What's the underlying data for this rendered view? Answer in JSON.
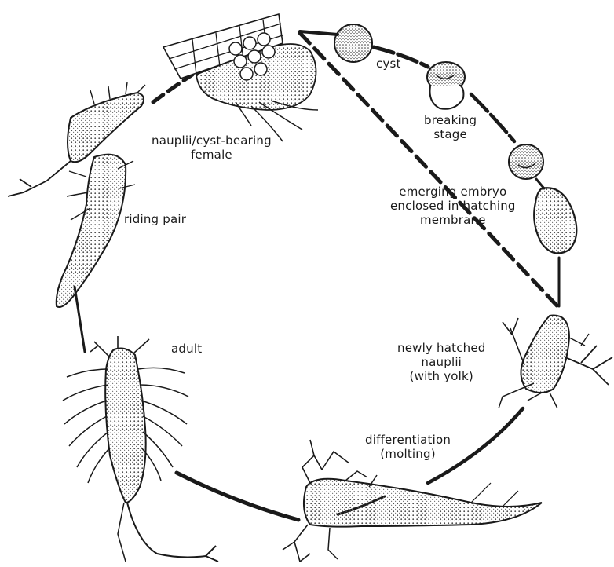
{
  "labels": {
    "cyst": "cyst",
    "breaking": [
      "breaking",
      "stage"
    ],
    "emerging": [
      "emerging embryo",
      "enclosed in hatching",
      "membrane"
    ],
    "newly_hatched": [
      "newly hatched",
      "nauplii",
      "(with yolk)"
    ],
    "differentiation": [
      "differentiation",
      "(molting)"
    ],
    "adult": "adult",
    "riding_pair": "riding pair",
    "female": [
      "nauplii/cyst-bearing",
      "female"
    ]
  },
  "colors": {
    "ink": "#1a1a1a",
    "stipple": "#555555",
    "background": "#ffffff"
  }
}
